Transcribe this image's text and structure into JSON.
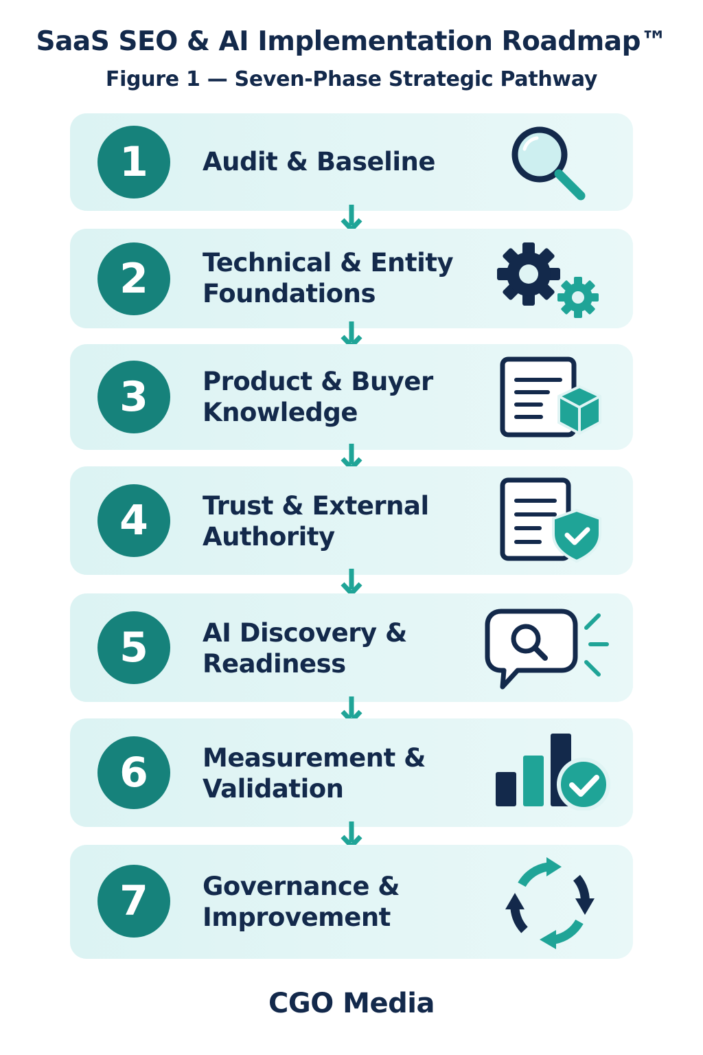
{
  "header": {
    "title": "SaaS SEO & AI Implementation Roadmap™",
    "subtitle": "Figure 1 — Seven-Phase Strategic Pathway"
  },
  "colors": {
    "navy": "#13294b",
    "teal": "#16827b",
    "teal_light": "#1fa497",
    "card_bg": "#dff4f4"
  },
  "phases": [
    {
      "number": "1",
      "label": "Audit & Baseline",
      "icon": "magnifying-glass-icon"
    },
    {
      "number": "2",
      "label": "Technical & Entity Foundations",
      "icon": "gears-icon"
    },
    {
      "number": "3",
      "label": "Product & Buyer Knowledge",
      "icon": "document-cube-icon"
    },
    {
      "number": "4",
      "label": "Trust & External Authority",
      "icon": "document-shield-icon"
    },
    {
      "number": "5",
      "label": "AI Discovery & Readiness",
      "icon": "chat-search-icon"
    },
    {
      "number": "6",
      "label": "Measurement & Validation",
      "icon": "bar-chart-check-icon"
    },
    {
      "number": "7",
      "label": "Governance & Improvement",
      "icon": "cycle-arrows-icon"
    }
  ],
  "footer": {
    "brand": "CGO Media"
  }
}
